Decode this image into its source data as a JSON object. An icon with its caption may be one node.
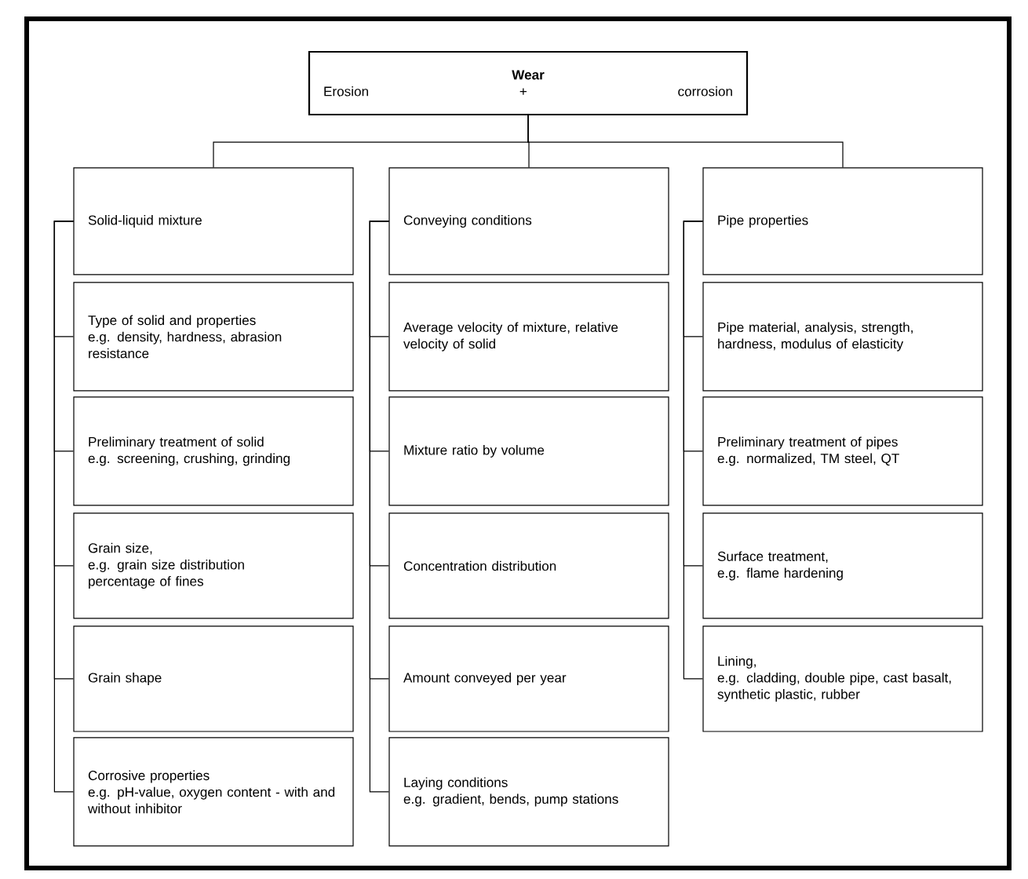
{
  "diagram": {
    "nodes": [
      {
        "text": [
          "Wear",
          "Erosion",
          "+",
          "corrosion"
        ]
      },
      {
        "text": [
          "Solid-liquid mixture"
        ]
      },
      {
        "text": [
          "Conveying conditions"
        ]
      },
      {
        "text": [
          "Pipe properties"
        ]
      },
      {
        "text": [
          "Type of solid and properties",
          "e.g. density, hardness, abrasion resistance"
        ]
      },
      {
        "text": [
          "Preliminary treatment of solid",
          "e.g. screening, crushing, grinding"
        ]
      },
      {
        "text": [
          "Grain size,",
          "e.g. grain size distribution",
          "percentage of fines"
        ]
      },
      {
        "text": [
          "Grain shape"
        ]
      },
      {
        "text": [
          "Corrosive properties",
          "e.g. pH-value, oxygen content - with and without inhibitor"
        ]
      },
      {
        "text": [
          "Average velocity of mixture, relative velocity of solid"
        ]
      },
      {
        "text": [
          "Mixture ratio by volume"
        ]
      },
      {
        "text": [
          "Concentration distribution"
        ]
      },
      {
        "text": [
          "Amount conveyed per year"
        ]
      },
      {
        "text": [
          "Laying conditions",
          "e.g. gradient, bends, pump stations"
        ]
      },
      {
        "text": [
          "Pipe material, analysis, strength, hardness, modulus of elasticity"
        ]
      },
      {
        "text": [
          "Preliminary treatment of pipes",
          "e.g. normalized, TM steel, QT"
        ]
      },
      {
        "text": [
          "Surface treatment,",
          "e.g. flame hardening"
        ]
      },
      {
        "text": [
          "Lining,",
          "e.g. cladding, double pipe, cast basalt, synthetic plastic, rubber"
        ]
      }
    ],
    "edges": [
      {
        "from": 0,
        "to": 1,
        "arrow": "none"
      },
      {
        "from": 0,
        "to": 2,
        "arrow": "none"
      },
      {
        "from": 0,
        "to": 3,
        "arrow": "none"
      },
      {
        "from": 1,
        "to": 4,
        "arrow": "none"
      },
      {
        "from": 1,
        "to": 5,
        "arrow": "none"
      },
      {
        "from": 1,
        "to": 6,
        "arrow": "none"
      },
      {
        "from": 1,
        "to": 7,
        "arrow": "none"
      },
      {
        "from": 1,
        "to": 8,
        "arrow": "none"
      },
      {
        "from": 2,
        "to": 9,
        "arrow": "none"
      },
      {
        "from": 2,
        "to": 10,
        "arrow": "none"
      },
      {
        "from": 2,
        "to": 11,
        "arrow": "none"
      },
      {
        "from": 2,
        "to": 12,
        "arrow": "none"
      },
      {
        "from": 2,
        "to": 13,
        "arrow": "none"
      },
      {
        "from": 3,
        "to": 14,
        "arrow": "none"
      },
      {
        "from": 3,
        "to": 15,
        "arrow": "none"
      },
      {
        "from": 3,
        "to": 16,
        "arrow": "none"
      },
      {
        "from": 3,
        "to": 17,
        "arrow": "none"
      }
    ]
  }
}
